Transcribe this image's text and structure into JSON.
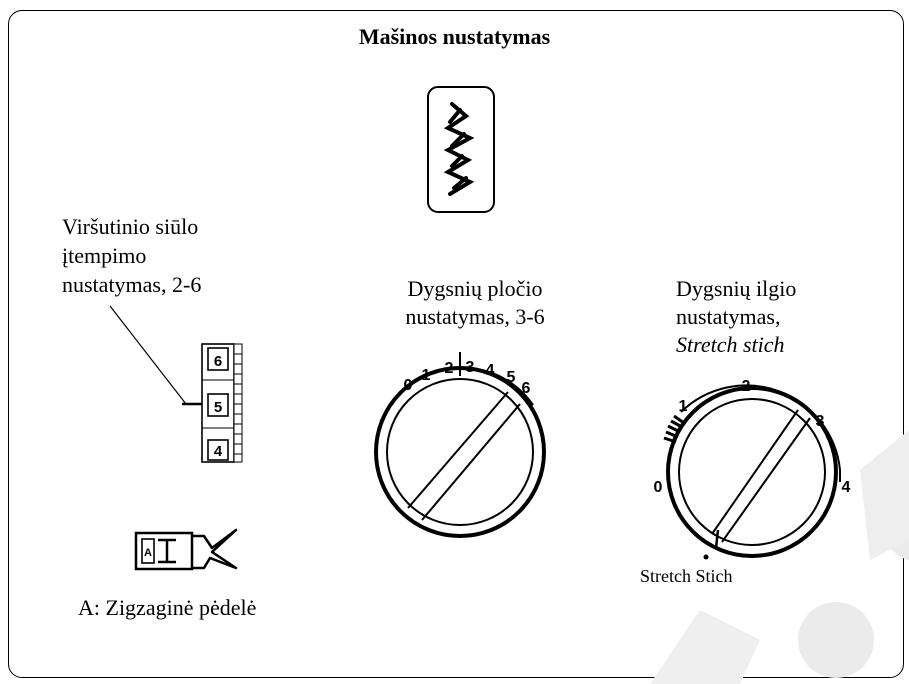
{
  "title": "Mašinos nustatymas",
  "tension": {
    "line1": "Viršutinio siūlo",
    "line2": "įtempimo",
    "line3": "nustatymas, 2-6",
    "dial_values": [
      "6",
      "5",
      "4"
    ]
  },
  "presser_foot": {
    "caption": "A: Zigzaginė pėdelė",
    "foot_letter": "A"
  },
  "width": {
    "line1": "Dygsnių pločio",
    "line2": "nustatymas, 3-6",
    "scale": [
      "0",
      "1",
      "2",
      "3",
      "4",
      "5",
      "6"
    ]
  },
  "length": {
    "line1": "Dygsnių ilgio",
    "line2": "nustatymas,",
    "line3": "Stretch stich",
    "scale": [
      "0",
      "1",
      "2",
      "3",
      "4"
    ],
    "dot_label": "Stretch Stich"
  },
  "colors": {
    "ink": "#000000",
    "watermark": "#e6e6e6"
  }
}
